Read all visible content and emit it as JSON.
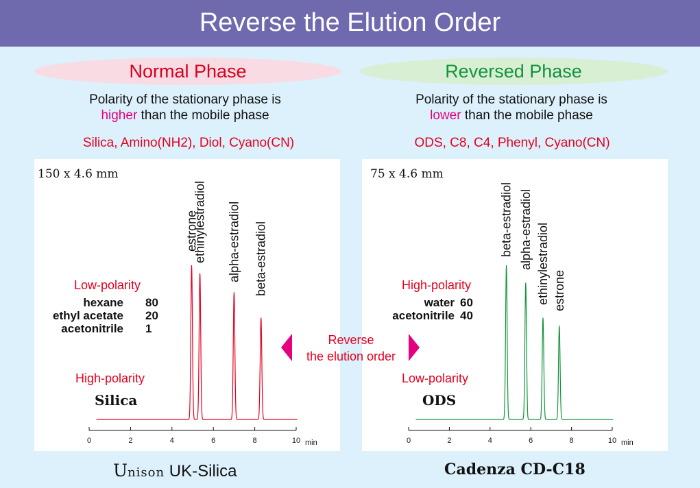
{
  "title": "Reverse the Elution Order",
  "normal": {
    "heading": "Normal Phase",
    "desc_line1": "Polarity of the stationary phase is",
    "desc_highlight": "higher",
    "desc_rest": " than the mobile phase",
    "phases": "Silica, Amino(NH2), Diol, Cyano(CN)",
    "dimension": "150 x 4.6 mm",
    "mobile_polarity": "Low-polarity",
    "mobile_phase": [
      {
        "name": "hexane",
        "amount": "80"
      },
      {
        "name": "ethyl acetate",
        "amount": "20"
      },
      {
        "name": "acetonitrile",
        "amount": "1"
      }
    ],
    "stationary_polarity": "High-polarity",
    "column": "Silica",
    "product_brand_first": "U",
    "product_brand_rest": "nison",
    "product_name": " UK-Silica",
    "color": "#e5001f"
  },
  "reversed": {
    "heading": "Reversed Phase",
    "desc_line1": "Polarity of the stationary phase is",
    "desc_highlight": "lower",
    "desc_rest": " than the mobile phase",
    "phases": "ODS, C8, C4, Phenyl, Cyano(CN)",
    "dimension": "75 x 4.6 mm",
    "mobile_polarity": "High-polarity",
    "mobile_phase": [
      {
        "name": "water",
        "amount": "60"
      },
      {
        "name": "acetonitrile",
        "amount": "40"
      }
    ],
    "stationary_polarity": "Low-polarity",
    "column": "ODS",
    "product": "Cadenza CD-C18",
    "color": "#12943c"
  },
  "reverse_label_line1": "Reverse",
  "reverse_label_line2": "the elution order",
  "chart_data": [
    {
      "type": "line",
      "title": "Normal Phase - Unison UK-Silica",
      "xlabel": "min",
      "xlim": [
        0,
        10
      ],
      "xticks": [
        0,
        2,
        4,
        6,
        8,
        10
      ],
      "peaks": [
        {
          "compound": "estrone",
          "time": 4.95,
          "height": 0.97
        },
        {
          "compound": "ethinylestradiol",
          "time": 5.35,
          "height": 0.92
        },
        {
          "compound": "alpha-estradiol",
          "time": 7.0,
          "height": 0.8
        },
        {
          "compound": "beta-estradiol",
          "time": 8.3,
          "height": 0.64
        }
      ],
      "color": "#e5001f"
    },
    {
      "type": "line",
      "title": "Reversed Phase - Cadenza CD-C18",
      "xlabel": "min",
      "xlim": [
        0,
        10
      ],
      "xticks": [
        0,
        2,
        4,
        6,
        8,
        10
      ],
      "peaks": [
        {
          "compound": "beta-estradiol",
          "time": 4.8,
          "height": 0.97
        },
        {
          "compound": "alpha-estradiol",
          "time": 5.75,
          "height": 0.86
        },
        {
          "compound": "ethinylestradiol",
          "time": 6.6,
          "height": 0.64
        },
        {
          "compound": "estrone",
          "time": 7.4,
          "height": 0.59
        }
      ],
      "color": "#12943c"
    }
  ]
}
